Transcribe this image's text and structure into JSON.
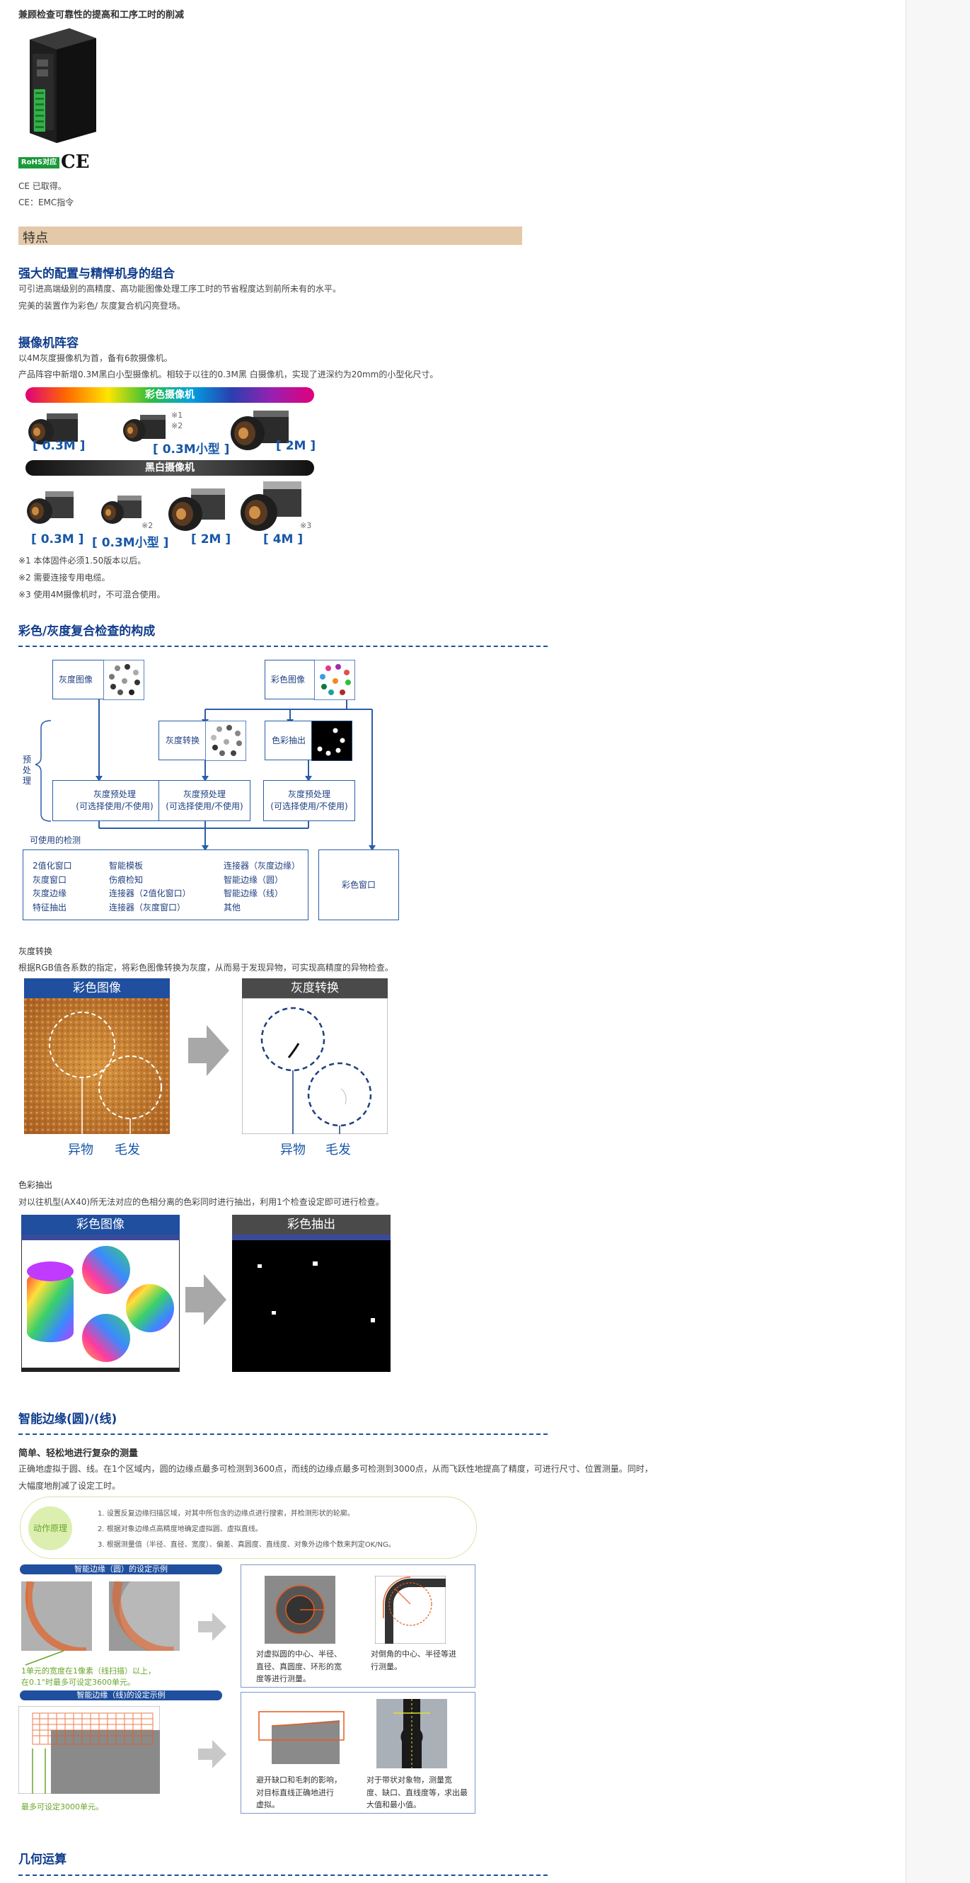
{
  "header": {
    "top_title": "兼顾检查可靠性的提高和工序工时的削减"
  },
  "badges": {
    "rohs": "RoHS对应",
    "ce": "CE"
  },
  "cert": {
    "line1": "CE 已取得。",
    "line2": "CE：EMC指令"
  },
  "features": {
    "title": "特点"
  },
  "sec1": {
    "title": "强大的配置与精悍机身的组合",
    "line1": "可引进高端级别的高精度、高功能图像处理工序工时的节省程度达到前所未有的水平。",
    "line2": "完美的装置作为彩色/ 灰度复合机闪亮登场。"
  },
  "sec2": {
    "title": "摄像机阵容",
    "line1": "以4M灰度摄像机为首，备有6款摄像机。",
    "line2": "产品阵容中新增0.3M黑白小型摄像机。相较于以往的0.3M黑 白摄像机，实现了进深约为20mm的小型化尺寸。",
    "color_bar": "彩色摄像机",
    "mono_bar": "黑白摄像机",
    "color_labels": [
      "[ 0.3M ]",
      "[ 0.3M小型 ]",
      "[ 2M ]"
    ],
    "mono_labels": [
      "[ 0.3M ]",
      "[ 0.3M小型 ]",
      "[ 2M ]",
      "[ 4M ]"
    ],
    "marks": {
      "n1": "※1",
      "n2": "※2",
      "n3": "※3"
    },
    "notes": [
      "※1 本体固件必须1.50版本以后。",
      "※2 需要连接专用电缆。",
      "※3 使用4M摄像机时，不可混合使用。"
    ]
  },
  "sec3": {
    "title": "彩色/灰度复合检查的构成",
    "gray_image": "灰度图像",
    "color_image": "彩色图像",
    "gray_convert": "灰度转换",
    "color_extract": "色彩抽出",
    "preprocess": "预处理",
    "pre_box_line1": "灰度预处理",
    "pre_box_line2": "(可选择使用/不使用)",
    "usable": "可使用的检测",
    "detect_col1": [
      "2值化窗口",
      "灰度窗口",
      "灰度边缘",
      "特征抽出"
    ],
    "detect_col2": [
      "智能模板",
      "伤痕检知",
      "连接器（2值化窗口）",
      "连接器（灰度窗口）"
    ],
    "detect_col3": [
      "连接器（灰度边缘）",
      "智能边缘（圆）",
      "智能边缘（线）",
      "其他"
    ],
    "color_window": "彩色窗口"
  },
  "sec4": {
    "title": "灰度转换",
    "desc": "根据RGB值各系数的指定，将彩色图像转换为灰度，从而易于发现异物，可实现高精度的异物检查。",
    "panel_left": "彩色图像",
    "panel_right": "灰度转换",
    "label_a": "异物",
    "label_b": "毛发"
  },
  "sec5": {
    "title": "色彩抽出",
    "desc": "对以往机型(AX40)所无法对应的色相分离的色彩同时进行抽出，利用1个检查设定即可进行检查。",
    "panel_left": "彩色图像",
    "panel_right": "彩色抽出"
  },
  "sec6": {
    "title": "智能边缘(圆)/(线)",
    "subtitle": "简单、轻松地进行复杂的测量",
    "desc1": "正确地虚拟于圆、线。在1个区域内，圆的边缘点最多可检测到3600点，而线的边缘点最多可检测到3000点，从而飞跃性地提高了精度，可进行尺寸、位置测量。同时，",
    "desc2": "大幅度地削减了设定工时。",
    "principle": "动作原理",
    "steps": [
      "1. 设置反复边缘扫描区域，对其中所包含的边缘点进行搜索，并检测形状的轮廓。",
      "2. 根据对象边缘点高精度地确定虚拟圆、虚拟直线。",
      "3. 根据测量值（半径、直径、宽度）、偏差、真圆度、直线度、对象外边缘个数来判定OK/NG。"
    ],
    "circle_example": "智能边缘（圆）的设定示例",
    "line_example": "智能边缘（线)的设定示例",
    "circle_note1": "1单元的宽度在1像素（线扫描）以上，",
    "circle_note2": "在0.1°时最多可设定3600单元。",
    "line_note": "最多可设定3000单元。",
    "cap_circle_a": [
      "对虚拟圆的中心、半径、",
      "直径、真圆度、环形的宽",
      "度等进行测量。"
    ],
    "cap_circle_b": [
      "对倒角的中心、半径等进",
      "行测量。"
    ],
    "cap_line_a": [
      "避开缺口和毛刺的影响，",
      "对目标直线正确地进行",
      "虚拟。"
    ],
    "cap_line_b": [
      "对于带状对象物，测量宽",
      "度、缺口、直线度等，求出最",
      "大值和最小值。"
    ]
  },
  "sec7": {
    "title": "几何运算"
  }
}
